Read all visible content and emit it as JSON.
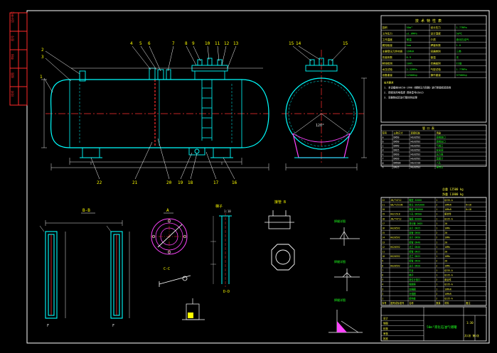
{
  "colors": {
    "background": "#000000",
    "frame": "#ffffff",
    "title_block_red": "#ff2a2a",
    "vessel": "#00ffff",
    "centerline": "#ff3030",
    "dimension": "#e8e8e8",
    "leader": "#ffffff",
    "label": "#ffff00",
    "support": "#ff44ff",
    "table_text": "#ffff40",
    "table_green": "#20ff20"
  },
  "main_view": {
    "part_numbers_top": [
      "4",
      "5",
      "6",
      "7",
      "8",
      "9",
      "10",
      "11",
      "12",
      "13"
    ],
    "part_numbers_left": [
      "2",
      "3",
      "1"
    ],
    "part_numbers_bottom": [
      "22",
      "21",
      "20",
      "19",
      "18",
      "17",
      "16"
    ]
  },
  "end_view": {
    "part_numbers_top": [
      "15",
      "14",
      "15"
    ],
    "angle_note": "120°"
  },
  "detail_views": {
    "b_view": "B-B",
    "a_view": "A",
    "c_view": "C-C",
    "ladder_view": "梯子",
    "ladder_scale": "1:10",
    "nozzle_view": "接管 B",
    "d_view": "D-D",
    "f_label": "F",
    "weld_details": [
      "焊缝详图",
      "焊缝详图",
      "焊缝详图"
    ]
  },
  "tech_table": {
    "title": "技 术 特 性 表",
    "rows": [
      [
        "容积",
        "50m³",
        "设计压力",
        "1.77MPa"
      ],
      [
        "工作压力",
        "≤1.6MPa",
        "设计温度",
        "50℃"
      ],
      [
        "工作温度",
        "常温",
        "介质",
        "液化石油气"
      ],
      [
        "腐蚀裕量",
        "1mm",
        "焊缝系数",
        "1.0"
      ],
      [
        "主要受压元件材质",
        "16MnR",
        "容器类别",
        "三类"
      ],
      [
        "充装系数",
        "0.9",
        "保温",
        "无"
      ],
      [
        "射线检测",
        "100%",
        "合格级别",
        "II级"
      ],
      [
        "水压试验",
        "2.22MPa",
        "气密试验",
        "1.77MPa"
      ],
      [
        "设备重量",
        "12500kg",
        "操作重量",
        "37500kg"
      ]
    ],
    "notes": [
      "技术要求",
      "1. 本设备按GB150-1998《钢制压力容器》进行制造检验验收",
      "2. 焊接采用电弧焊 焊条型号E5015",
      "3. 容器制成后进行整体热处理"
    ]
  },
  "nozzle_table": {
    "title": "管 口 表",
    "header": [
      "符号",
      "公称尺寸",
      "连接标准",
      "用途"
    ],
    "rows": [
      [
        "a",
        "DN50",
        "HG20592",
        "液相进口"
      ],
      [
        "b",
        "DN50",
        "HG20592",
        "液相出口"
      ],
      [
        "c",
        "DN40",
        "HG20592",
        "气相口"
      ],
      [
        "d",
        "DN25",
        "HG20592",
        "安全阀"
      ],
      [
        "e",
        "DN20",
        "HG20592",
        "压力表"
      ],
      [
        "f",
        "DN20",
        "HG20592",
        "温度计"
      ],
      [
        "g",
        "DN500",
        "HG21518",
        "人孔"
      ],
      [
        "h",
        "DN25",
        "HG20592",
        "排污口"
      ]
    ]
  },
  "parts_list": {
    "weights": [
      "总重 12500 kg",
      "净重 11800 kg"
    ],
    "header": [
      "序号",
      "图号或标准号",
      "名称",
      "数量",
      "材料",
      "备注"
    ],
    "rows": [
      [
        "22",
        "JB/T4712",
        "鞍座 A3000",
        "1",
        "Q235-A",
        ""
      ],
      [
        "21",
        "GB/T25198",
        "封头 EHA3000",
        "2",
        "16MnR",
        "δ=18"
      ],
      [
        "20",
        "",
        "筒体 DN3000",
        "1",
        "16MnR",
        "δ=18"
      ],
      [
        "19",
        "HG21518",
        "人孔 DN500",
        "1",
        "组合件",
        ""
      ],
      [
        "18",
        "JB/T4712",
        "鞍座 B3000",
        "1",
        "Q235-A",
        ""
      ],
      [
        "17",
        "",
        "排污管 DN25",
        "1",
        "20",
        ""
      ],
      [
        "16",
        "HG20592",
        "法兰 DN25",
        "1",
        "16Mn",
        ""
      ],
      [
        "15",
        "",
        "接管 DN50",
        "2",
        "20",
        ""
      ],
      [
        "14",
        "HG20592",
        "法兰 DN50",
        "2",
        "16Mn",
        ""
      ],
      [
        "13",
        "",
        "接管 DN40",
        "1",
        "20",
        ""
      ],
      [
        "12",
        "HG20592",
        "法兰 DN40",
        "1",
        "16Mn",
        ""
      ],
      [
        "11",
        "",
        "接管 DN25",
        "1",
        "20",
        ""
      ],
      [
        "10",
        "HG20592",
        "法兰 DN25",
        "1",
        "16Mn",
        ""
      ],
      [
        "9",
        "",
        "接管 DN20",
        "2",
        "20",
        ""
      ],
      [
        "8",
        "HG20592",
        "法兰 DN20",
        "2",
        "16Mn",
        ""
      ],
      [
        "7",
        "",
        "平台",
        "1",
        "Q235-A",
        ""
      ],
      [
        "6",
        "",
        "梯子",
        "1",
        "Q235-A",
        ""
      ],
      [
        "5",
        "",
        "液位计接口",
        "2",
        "组合件",
        ""
      ],
      [
        "4",
        "",
        "铭牌座",
        "1",
        "Q235-A",
        ""
      ],
      [
        "3",
        "",
        "加强圈",
        "1",
        "16MnR",
        ""
      ],
      [
        "2",
        "",
        "补强圈",
        "2",
        "16MnR",
        ""
      ],
      [
        "1",
        "",
        "接地板",
        "2",
        "Q235-A",
        ""
      ]
    ]
  },
  "title_block": {
    "drawing_title": "50m³液化石油气储罐",
    "scale": "1:30",
    "sheet": "共1张 第1张",
    "rows": [
      "设计",
      "制图",
      "校核",
      "审核",
      "批准"
    ]
  },
  "left_strip": [
    "设计单位",
    "图号",
    "审核",
    "描图",
    "校对"
  ]
}
